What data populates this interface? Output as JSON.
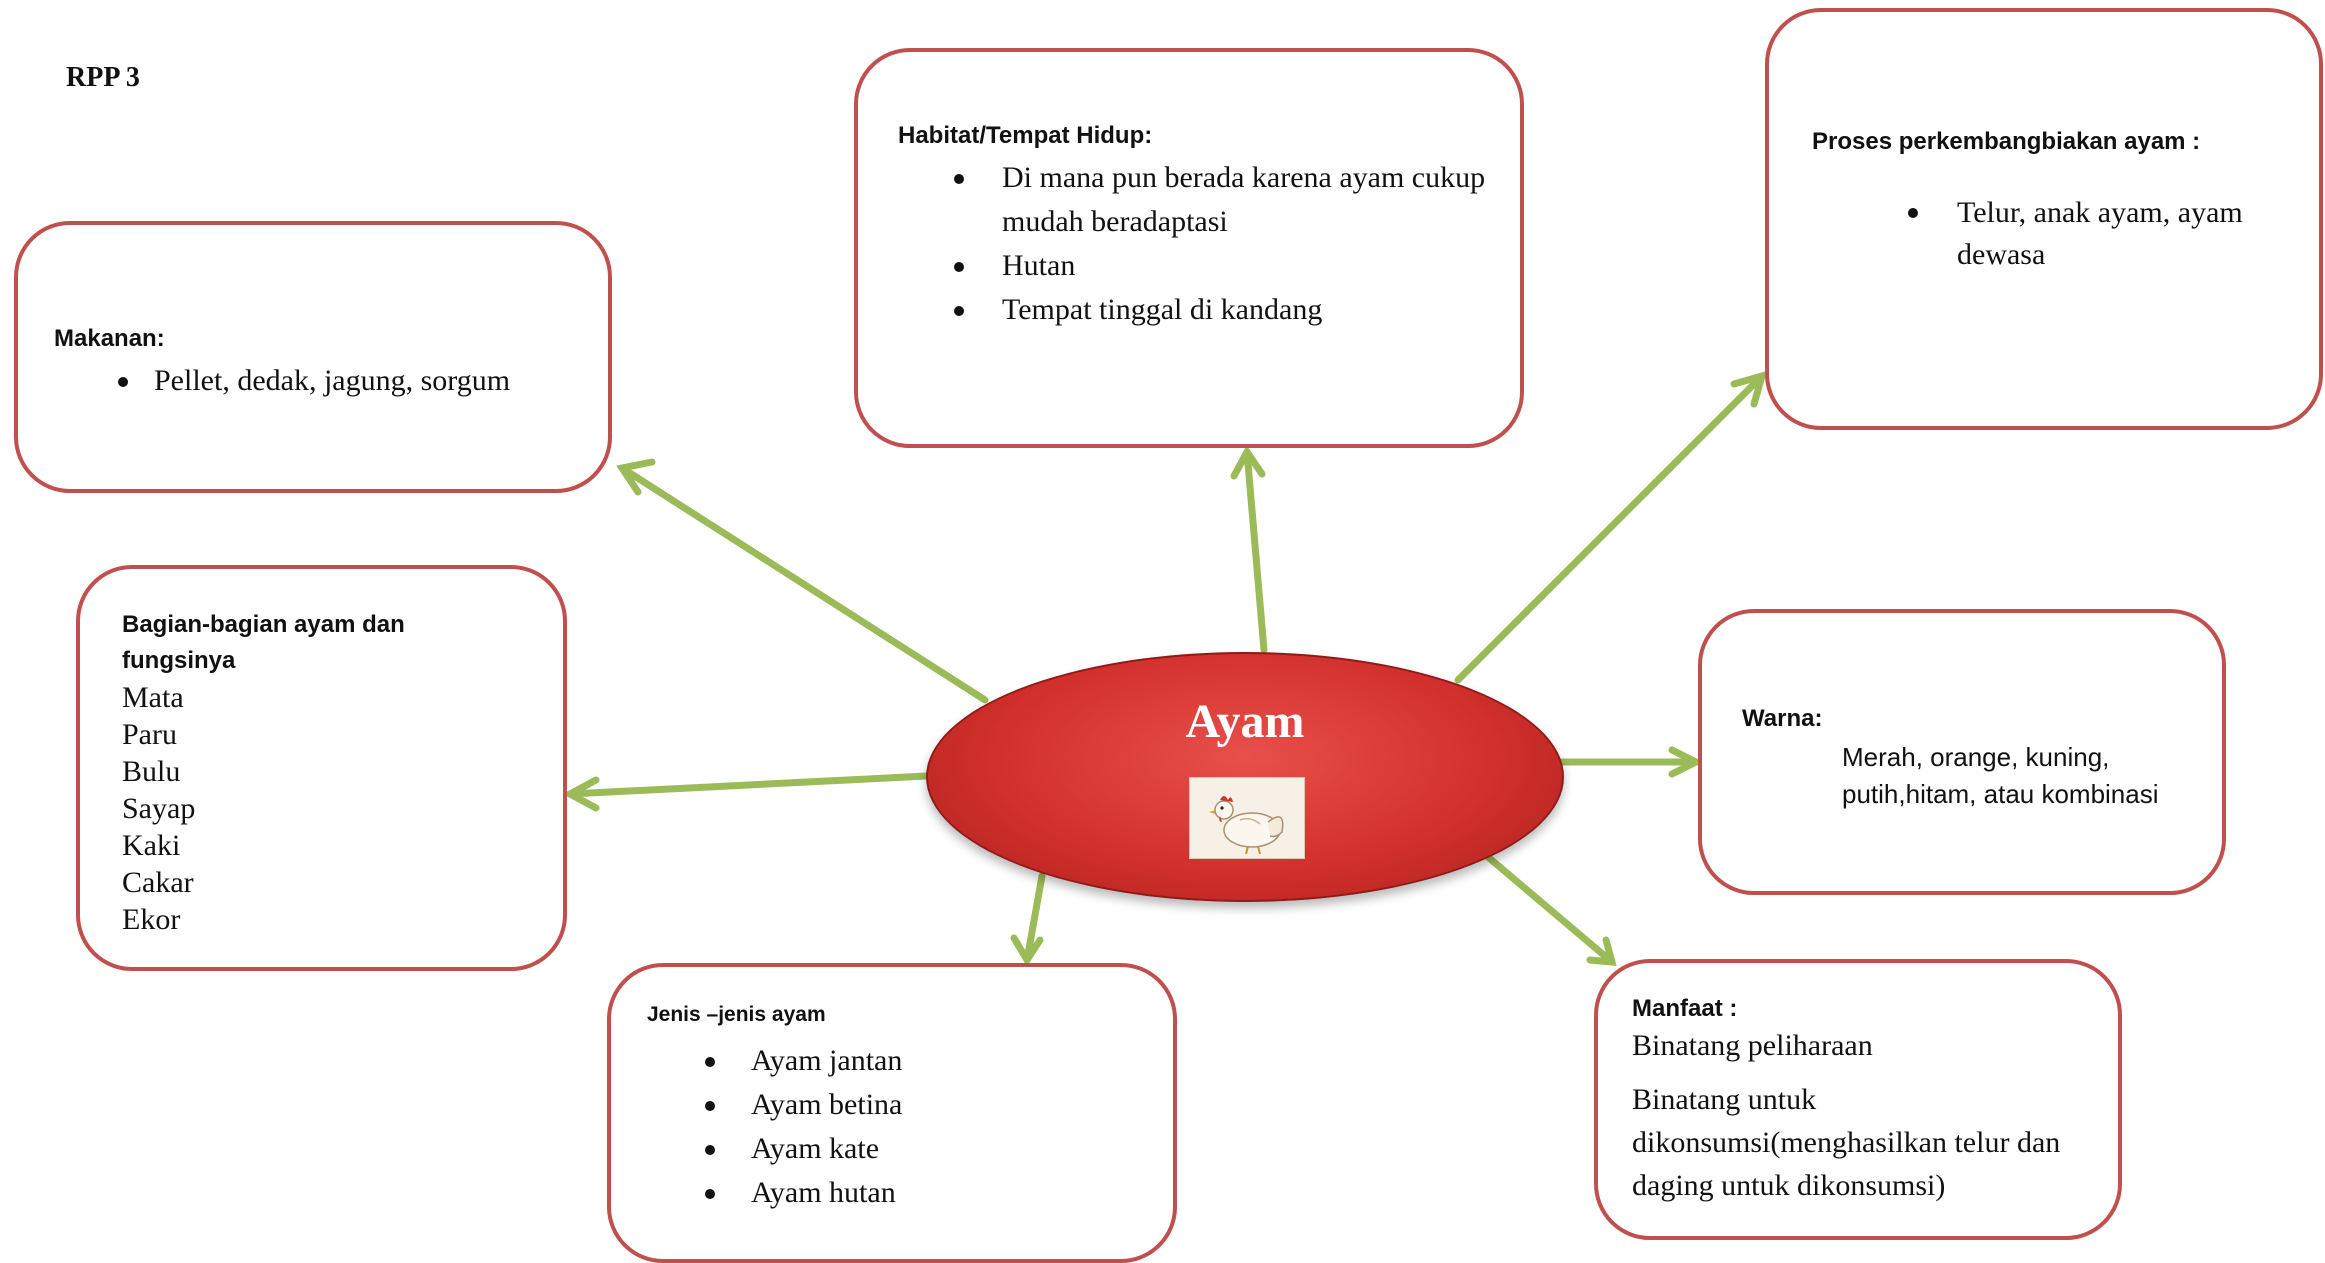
{
  "page_label": "RPP 3",
  "center": {
    "title": "Ayam",
    "image_icon": "chicken-illustration"
  },
  "colors": {
    "box_border": "#c0504d",
    "connector": "#9bbb59",
    "center_fill": "#d2302c",
    "center_title": "#ffffff"
  },
  "nodes": {
    "makanan": {
      "heading": "Makanan:",
      "items": [
        "Pellet, dedak, jagung, sorgum"
      ]
    },
    "habitat": {
      "heading": "Habitat/Tempat Hidup:",
      "items": [
        "Di mana pun berada karena ayam cukup mudah beradaptasi",
        "Hutan",
        "Tempat tinggal di kandang"
      ]
    },
    "proses": {
      "heading": "Proses perkembangbiakan ayam :",
      "items": [
        "Telur, anak ayam, ayam dewasa"
      ]
    },
    "bagian": {
      "heading": "Bagian-bagian ayam dan fungsinya",
      "lines": [
        "Mata",
        "Paru",
        "Bulu",
        "Sayap",
        "Kaki",
        "Cakar",
        "Ekor"
      ]
    },
    "warna": {
      "heading": "Warna:",
      "text": "Merah, orange, kuning, putih,hitam, atau kombinasi"
    },
    "jenis": {
      "heading": "Jenis –jenis ayam",
      "items": [
        "Ayam jantan",
        "Ayam betina",
        "Ayam kate",
        "Ayam hutan"
      ]
    },
    "manfaat": {
      "heading": "Manfaat :",
      "paragraphs": [
        "Binatang peliharaan",
        "Binatang untuk dikonsumsi(menghasilkan telur dan daging untuk dikonsumsi)"
      ]
    }
  }
}
